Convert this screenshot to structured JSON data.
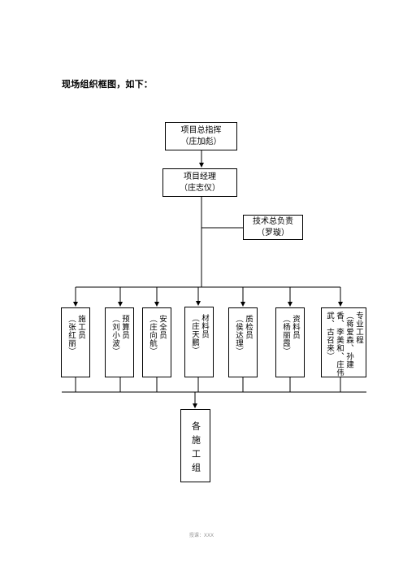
{
  "heading": "现场组织框图，如下：",
  "top": {
    "title": "项目总指挥",
    "name": "（庄加彪）"
  },
  "manager": {
    "title": "项目经理",
    "name": "（庄志仪）"
  },
  "tech": {
    "title": "技术总负责",
    "name": "（罗璇）"
  },
  "departments": [
    {
      "text": "施工员\n（张红丽）"
    },
    {
      "text": "预算员\n（刘小波）"
    },
    {
      "text": "安全员\n（庄向航）"
    },
    {
      "text": "材料员\n（庄天鹏）"
    },
    {
      "text": "质检员\n（侯达理）"
    },
    {
      "text": "资料员\n（杨丽霞）"
    },
    {
      "text": "专业工程\n（蒋爱森、孙建\n香、李美和、庄伟\n武、古召来）"
    }
  ],
  "workers": {
    "text": "各施工组"
  },
  "footer": "授课：XXX"
}
